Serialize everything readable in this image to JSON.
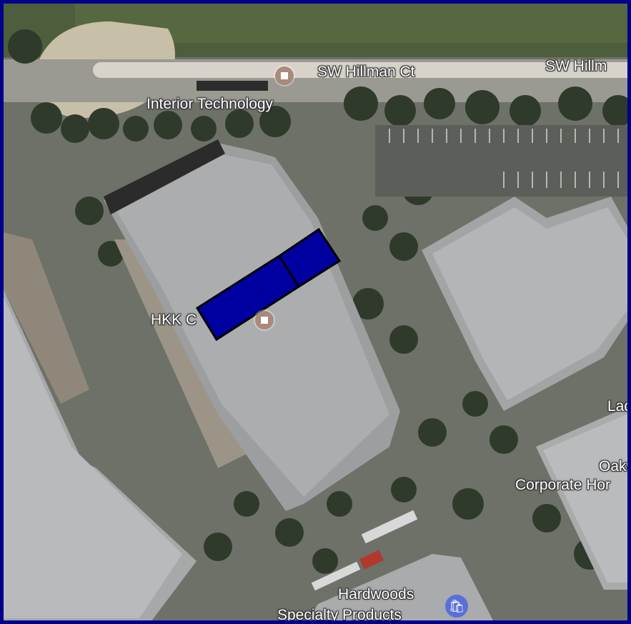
{
  "map": {
    "labels": {
      "street_top": "SW Hillman Ct",
      "street_top_right": "SW Hillm",
      "place_interior": "Interior Technology",
      "place_hkk": "HKK C",
      "place_lad": "Lad",
      "place_oakw": "Oakw",
      "place_corporate": "Corporate Hor",
      "place_hardwoods_1": "Hardwoods",
      "place_hardwoods_2": "Specialty Products"
    },
    "icons": {
      "poi": "poi-marker-icon",
      "shopping": "shopping-bag-icon"
    },
    "colors": {
      "frame": "#00008b",
      "overlay_fill": "#0000a0",
      "overlay_stroke": "#000000",
      "poi": "#a98a7c",
      "shopping": "#5b6fd6"
    }
  }
}
